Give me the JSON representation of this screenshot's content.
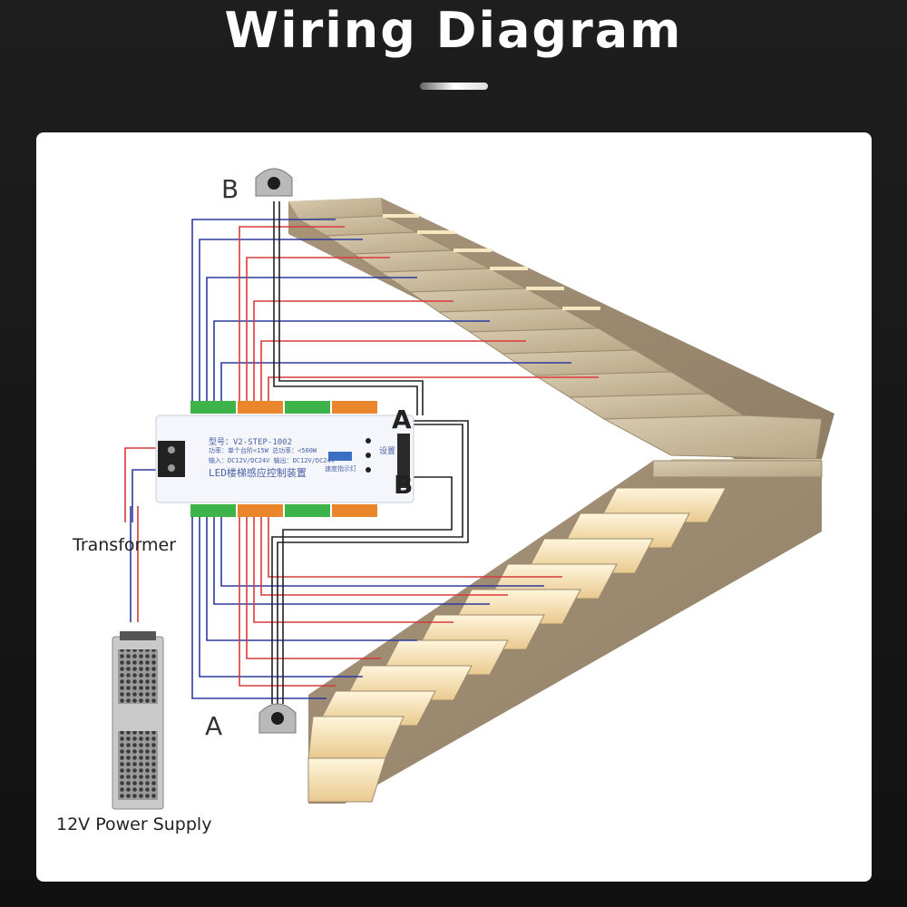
{
  "title": "Wiring Diagram",
  "labels": {
    "sensor_b": "B",
    "sensor_a": "A",
    "controller_a": "A",
    "controller_b": "B",
    "transformer": "Transformer",
    "power_supply": "12V Power Supply"
  },
  "controller": {
    "model": "型号：V2-STEP-1002",
    "power": "功率：单个台阶<15W 总功率：<500W",
    "io": "输入：DC12V/DC24V 输出：DC12V/DC24V",
    "name": "LED楼梯感应控制装置",
    "speed": "速度指示灯",
    "setting": "设置"
  },
  "colors": {
    "wire_blue": "#2d3a9e",
    "wire_red": "#d83a3a",
    "wire_black": "#222222",
    "terminal_green": "#3db34a",
    "terminal_orange": "#e9852b",
    "stair_light": "#f6d89a"
  }
}
